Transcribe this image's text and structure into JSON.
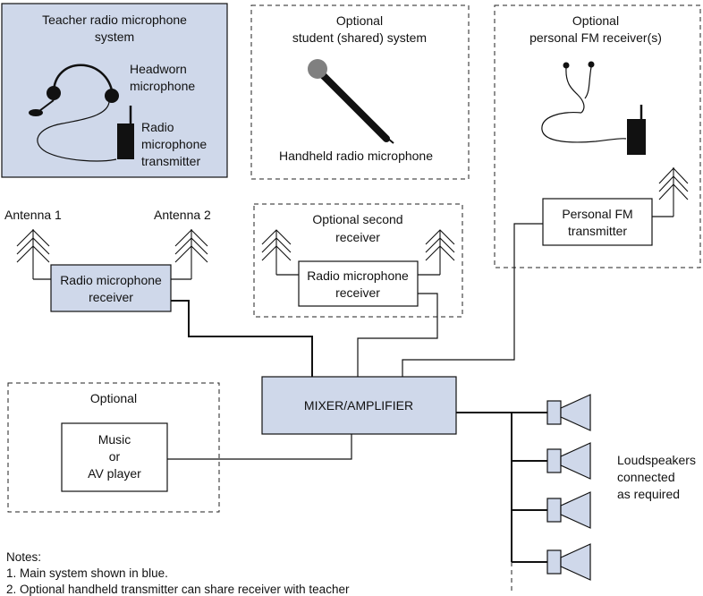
{
  "teacher_system": {
    "title_line1": "Teacher radio microphone",
    "title_line2": "system",
    "headworn_line1": "Headworn",
    "headworn_line2": "microphone",
    "tx_line1": "Radio",
    "tx_line2": "microphone",
    "tx_line3": "transmitter"
  },
  "student_system": {
    "title_line1": "Optional",
    "title_line2": "student (shared) system",
    "caption": "Handheld radio microphone"
  },
  "personal_fm": {
    "title_line1": "Optional",
    "title_line2": "personal FM receiver(s)"
  },
  "antennas": {
    "antenna1": "Antenna 1",
    "antenna2": "Antenna 2"
  },
  "main_receiver": {
    "line1": "Radio microphone",
    "line2": "receiver"
  },
  "second_receiver": {
    "title_line1": "Optional second",
    "title_line2": "receiver",
    "box_line1": "Radio microphone",
    "box_line2": "receiver"
  },
  "fm_transmitter": {
    "line1": "Personal FM",
    "line2": "transmitter"
  },
  "mixer": {
    "label": "MIXER/AMPLIFIER"
  },
  "music_group": {
    "title": "Optional",
    "line1": "Music",
    "line2": "or",
    "line3": "AV player"
  },
  "loudspeakers": {
    "line1": "Loudspeakers",
    "line2": "connected",
    "line3": "as required"
  },
  "notes": {
    "heading": "Notes:",
    "note1": "1. Main system shown in blue.",
    "note2": "2. Optional handheld transmitter can share receiver with teacher"
  },
  "colors": {
    "main_system_fill": "#cfd8ea",
    "line": "#111111"
  }
}
